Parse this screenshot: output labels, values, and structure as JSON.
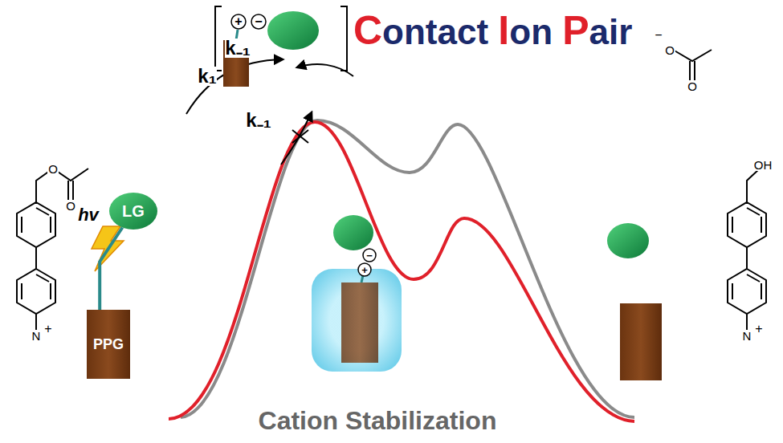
{
  "diagram": {
    "nodes": [
      {
        "text": [
          "LG"
        ]
      },
      {
        "text": [
          "PPG"
        ]
      }
    ],
    "edges": [
      {
        "from": 1,
        "to": 0,
        "arrow": "none"
      }
    ],
    "labels": [
      "Contact Ion Pair",
      "k₁",
      "k₋₁",
      "k₋₁",
      "hv",
      "Cation Stabilization",
      "O",
      "O",
      "N",
      "+",
      "+",
      "−",
      "−",
      "+",
      "−",
      "O",
      "O",
      "OH",
      "N",
      "+"
    ]
  }
}
